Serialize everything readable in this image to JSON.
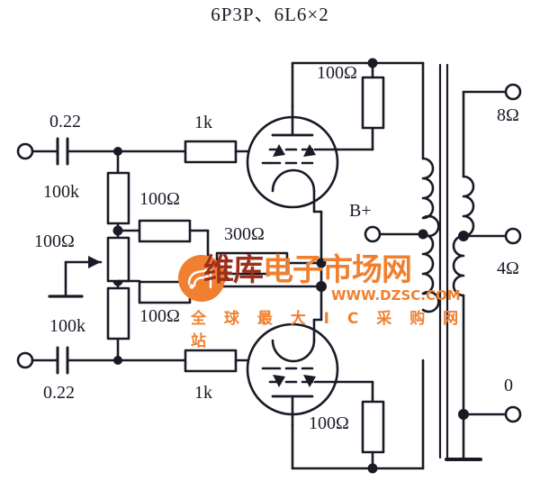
{
  "title": "6P3P、6L6×2",
  "diagram": {
    "name": "push-pull-power-amplifier-schematic",
    "components": {
      "input_cap_top": "0.22",
      "input_cap_bottom": "0.22",
      "grid_resistor_top": "100k",
      "grid_resistor_bottom": "100k",
      "bias_pot": "100Ω",
      "feedback_resistor_top": "100Ω",
      "feedback_resistor_bottom": "100Ω",
      "grid_stopper_top": "1k",
      "grid_stopper_bottom": "1k",
      "cathode_resistor": "300Ω",
      "screen_resistor_top": "100Ω",
      "screen_resistor_bottom": "100Ω"
    },
    "terminals": {
      "supply": "B+",
      "out_8ohm": "8Ω",
      "out_4ohm": "4Ω",
      "out_0": "0"
    }
  },
  "watermark": {
    "brand_dark": "维库",
    "brand_orange": "电子市场网",
    "url": "WWW.DZSC.COM",
    "slogan": "全 球 最 大 I C 采 购 网 站",
    "accent": "#f08030",
    "accent_dark": "#9c2f1c"
  }
}
